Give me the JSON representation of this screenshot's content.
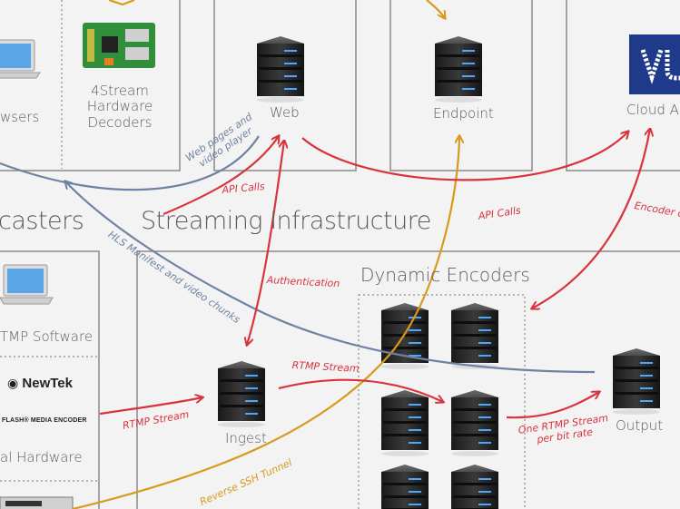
{
  "sections": {
    "streaming_infrastructure": "Streaming Infrastructure",
    "broadcasters_partial": "casters",
    "dynamic_encoders": "Dynamic Encoders"
  },
  "nodes": {
    "browsers_partial": "wsers",
    "hardware_decoders": [
      "4Stream",
      "Hardware",
      "Decoders"
    ],
    "web": "Web",
    "endpoint": "Endpoint",
    "cloud_partial": "Cloud A",
    "rtmp_software_partial": "TMP Software",
    "hardware_partial": "al Hardware",
    "ingest": "Ingest",
    "output": "Output"
  },
  "logos": {
    "newtek": "NewTek",
    "flash": "FLASH® MEDIA ENCODER"
  },
  "arrows": {
    "web_pages": [
      "Web pages and",
      "video player"
    ],
    "api_calls_1": "API Calls",
    "api_calls_2": "API Calls",
    "encoder_partial": "Encoder c",
    "hls": "HLS Manifest and video chunks",
    "authentication": "Authentication",
    "rtmp_stream_1": "RTMP Stream",
    "rtmp_stream_2": "RTMP Stream",
    "one_rtmp": [
      "One RTMP Stream",
      "per bit rate"
    ],
    "reverse_ssh": "Reverse SSH Tunnel"
  },
  "colors": {
    "red": "#d9343e",
    "blue": "#6f82a3",
    "orange": "#d89a1c",
    "box": "#8a8a8a",
    "cloud_logo": "#1f3a8a"
  },
  "icons": [
    "laptop-icon",
    "raspberry-pi-icon",
    "server-icon",
    "cloud-logo-icon",
    "newtek-logo-icon",
    "flash-logo-icon"
  ]
}
